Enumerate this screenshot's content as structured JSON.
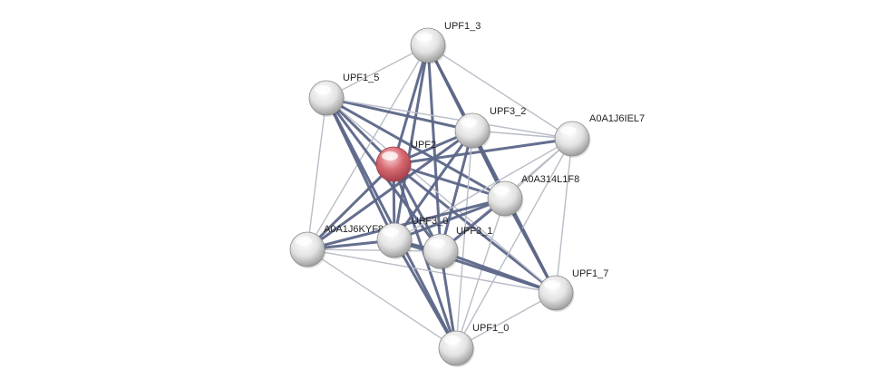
{
  "network": {
    "colors": {
      "background": "#ffffff",
      "strong_edge": "#5c6688",
      "weak_edge": "#b9bdc8",
      "node_fill": "#e6e6e6",
      "node_highlight": "#ffffff",
      "node_shadow": "#9a9a9a",
      "query_fill": "#d76a72",
      "query_shadow": "#a43e48",
      "label": "#222222"
    },
    "query_node": "UPF2",
    "nodes": [
      {
        "id": "UPF1_3",
        "label": "UPF1_3"
      },
      {
        "id": "UPF1_5",
        "label": "UPF1_5"
      },
      {
        "id": "UPF3_2",
        "label": "UPF3_2"
      },
      {
        "id": "A0A1J6IEL7",
        "label": "A0A1J6IEL7"
      },
      {
        "id": "UPF2",
        "label": "UPF2"
      },
      {
        "id": "A0A314L1F8",
        "label": "A0A314L1F8"
      },
      {
        "id": "A0A1J6KYF8",
        "label": "A0A1J6KYF8"
      },
      {
        "id": "UPF3_0",
        "label": "UPF3_0"
      },
      {
        "id": "UPF3_1",
        "label": "UPF3_1"
      },
      {
        "id": "UPF1_7",
        "label": "UPF1_7"
      },
      {
        "id": "UPF1_0",
        "label": "UPF1_0"
      }
    ],
    "edges": [
      {
        "source": "UPF2",
        "target": "UPF1_3",
        "strength": "strong"
      },
      {
        "source": "UPF2",
        "target": "UPF1_5",
        "strength": "strong"
      },
      {
        "source": "UPF2",
        "target": "UPF3_2",
        "strength": "strong"
      },
      {
        "source": "UPF2",
        "target": "A0A1J6IEL7",
        "strength": "strong"
      },
      {
        "source": "UPF2",
        "target": "A0A314L1F8",
        "strength": "strong"
      },
      {
        "source": "UPF2",
        "target": "A0A1J6KYF8",
        "strength": "strong"
      },
      {
        "source": "UPF2",
        "target": "UPF3_0",
        "strength": "strong"
      },
      {
        "source": "UPF2",
        "target": "UPF3_1",
        "strength": "strong"
      },
      {
        "source": "UPF2",
        "target": "UPF1_7",
        "strength": "strong"
      },
      {
        "source": "UPF2",
        "target": "UPF1_0",
        "strength": "strong"
      },
      {
        "source": "UPF1_3",
        "target": "UPF3_2",
        "strength": "strong"
      },
      {
        "source": "UPF1_3",
        "target": "A0A314L1F8",
        "strength": "strong"
      },
      {
        "source": "UPF1_3",
        "target": "UPF3_0",
        "strength": "strong"
      },
      {
        "source": "UPF1_3",
        "target": "UPF3_1",
        "strength": "strong"
      },
      {
        "source": "UPF1_3",
        "target": "UPF1_5",
        "strength": "weak"
      },
      {
        "source": "UPF1_3",
        "target": "A0A1J6IEL7",
        "strength": "weak"
      },
      {
        "source": "UPF1_3",
        "target": "A0A1J6KYF8",
        "strength": "weak"
      },
      {
        "source": "UPF1_5",
        "target": "UPF3_2",
        "strength": "strong"
      },
      {
        "source": "UPF1_5",
        "target": "A0A314L1F8",
        "strength": "strong"
      },
      {
        "source": "UPF1_5",
        "target": "UPF3_0",
        "strength": "strong"
      },
      {
        "source": "UPF1_5",
        "target": "UPF3_1",
        "strength": "strong"
      },
      {
        "source": "UPF1_5",
        "target": "UPF1_0",
        "strength": "strong"
      },
      {
        "source": "UPF1_5",
        "target": "A0A1J6IEL7",
        "strength": "weak"
      },
      {
        "source": "UPF1_5",
        "target": "A0A1J6KYF8",
        "strength": "weak"
      },
      {
        "source": "UPF1_5",
        "target": "UPF1_7",
        "strength": "weak"
      },
      {
        "source": "UPF3_2",
        "target": "A0A314L1F8",
        "strength": "strong"
      },
      {
        "source": "UPF3_2",
        "target": "A0A1J6KYF8",
        "strength": "strong"
      },
      {
        "source": "UPF3_2",
        "target": "UPF3_0",
        "strength": "strong"
      },
      {
        "source": "UPF3_2",
        "target": "UPF3_1",
        "strength": "strong"
      },
      {
        "source": "UPF3_2",
        "target": "UPF1_7",
        "strength": "strong"
      },
      {
        "source": "UPF3_2",
        "target": "A0A1J6IEL7",
        "strength": "weak"
      },
      {
        "source": "UPF3_2",
        "target": "UPF1_0",
        "strength": "weak"
      },
      {
        "source": "A0A1J6IEL7",
        "target": "A0A314L1F8",
        "strength": "weak"
      },
      {
        "source": "A0A1J6IEL7",
        "target": "UPF3_0",
        "strength": "weak"
      },
      {
        "source": "A0A1J6IEL7",
        "target": "UPF3_1",
        "strength": "weak"
      },
      {
        "source": "A0A1J6IEL7",
        "target": "UPF1_7",
        "strength": "weak"
      },
      {
        "source": "A0A1J6IEL7",
        "target": "UPF1_0",
        "strength": "weak"
      },
      {
        "source": "A0A314L1F8",
        "target": "A0A1J6KYF8",
        "strength": "strong"
      },
      {
        "source": "A0A314L1F8",
        "target": "UPF3_0",
        "strength": "strong"
      },
      {
        "source": "A0A314L1F8",
        "target": "UPF3_1",
        "strength": "strong"
      },
      {
        "source": "A0A314L1F8",
        "target": "UPF1_7",
        "strength": "strong"
      },
      {
        "source": "A0A314L1F8",
        "target": "UPF1_0",
        "strength": "weak"
      },
      {
        "source": "A0A1J6KYF8",
        "target": "UPF3_0",
        "strength": "strong"
      },
      {
        "source": "A0A1J6KYF8",
        "target": "UPF3_1",
        "strength": "weak"
      },
      {
        "source": "A0A1J6KYF8",
        "target": "UPF1_7",
        "strength": "weak"
      },
      {
        "source": "A0A1J6KYF8",
        "target": "UPF1_0",
        "strength": "weak"
      },
      {
        "source": "UPF3_0",
        "target": "UPF3_1",
        "strength": "strong"
      },
      {
        "source": "UPF3_0",
        "target": "UPF1_7",
        "strength": "strong"
      },
      {
        "source": "UPF3_0",
        "target": "UPF1_0",
        "strength": "strong"
      },
      {
        "source": "UPF3_1",
        "target": "UPF1_7",
        "strength": "strong"
      },
      {
        "source": "UPF3_1",
        "target": "UPF1_0",
        "strength": "strong"
      },
      {
        "source": "UPF1_7",
        "target": "UPF1_0",
        "strength": "weak"
      }
    ]
  }
}
